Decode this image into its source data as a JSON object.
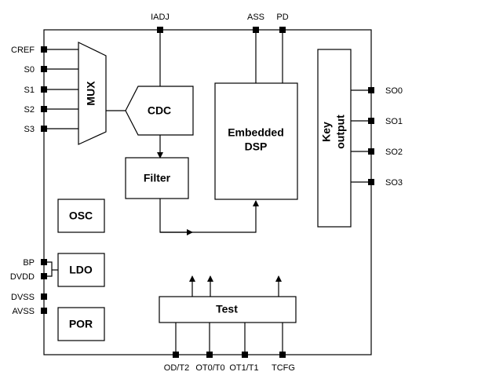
{
  "pins": {
    "top": [
      "IADJ",
      "ASS",
      "PD"
    ],
    "left": [
      "CREF",
      "S0",
      "S1",
      "S2",
      "S3",
      "BP",
      "DVDD",
      "DVSS",
      "AVSS"
    ],
    "right": [
      "SO0",
      "SO1",
      "SO2",
      "SO3"
    ],
    "bottom": [
      "OD/T2",
      "OT0/T0",
      "OT1/T1",
      "TCFG"
    ]
  },
  "blocks": {
    "mux": "MUX",
    "cdc": "CDC",
    "filter": "Filter",
    "dsp_line1": "Embedded",
    "dsp_line2": "DSP",
    "key_line1": "Key",
    "key_line2": "output",
    "osc": "OSC",
    "ldo": "LDO",
    "por": "POR",
    "test": "Test"
  }
}
